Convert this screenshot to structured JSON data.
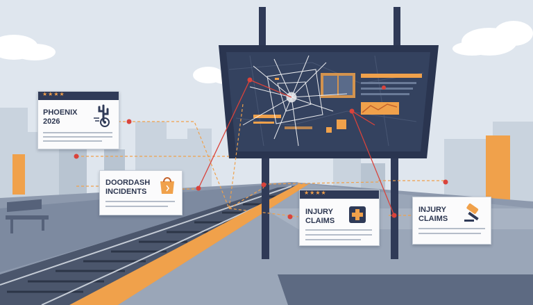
{
  "scene": {
    "cards": {
      "phoenix": {
        "stars": "★★★★",
        "title": "PHOENIX\n2026",
        "icon": "cactus-wheel-icon"
      },
      "doordash": {
        "title": "DOORDASH\nINCIDENTS",
        "icon": "shopping-bag-icon"
      },
      "injury_left": {
        "stars": "★★★★",
        "title": "INJURY\nCLAIMS",
        "icon": "medical-cross-icon"
      },
      "injury_right": {
        "title": "INJURY\nCLAIMS",
        "icon": "gavel-icon"
      }
    },
    "billboard": {
      "state": "cracked-screen"
    },
    "colors": {
      "accent": "#f2a04a",
      "navy": "#2f3a57",
      "link": "#d9433b",
      "sky": "#dfe6ee"
    }
  }
}
